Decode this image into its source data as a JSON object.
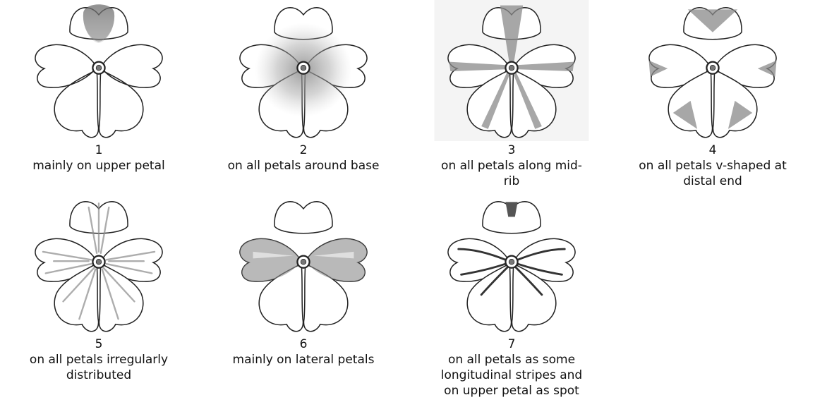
{
  "colors": {
    "ink": "#222222",
    "shade": "#8a8a8a",
    "background": "#ffffff"
  },
  "items": [
    {
      "number": "1",
      "caption": "mainly on upper petal",
      "pattern": "upper-petal"
    },
    {
      "number": "2",
      "caption": "on all petals around base",
      "pattern": "around-base"
    },
    {
      "number": "3",
      "caption": "on all petals along mid-rib",
      "pattern": "mid-rib"
    },
    {
      "number": "4",
      "caption": "on all petals v-shaped at distal end",
      "pattern": "v-shaped-distal"
    },
    {
      "number": "5",
      "caption": "on all petals irregularly distributed",
      "pattern": "irregular"
    },
    {
      "number": "6",
      "caption": "mainly on lateral petals",
      "pattern": "lateral-petals"
    },
    {
      "number": "7",
      "caption": "on all petals as some longitudinal stripes and on upper petal as spot",
      "pattern": "stripes-and-spot"
    }
  ]
}
